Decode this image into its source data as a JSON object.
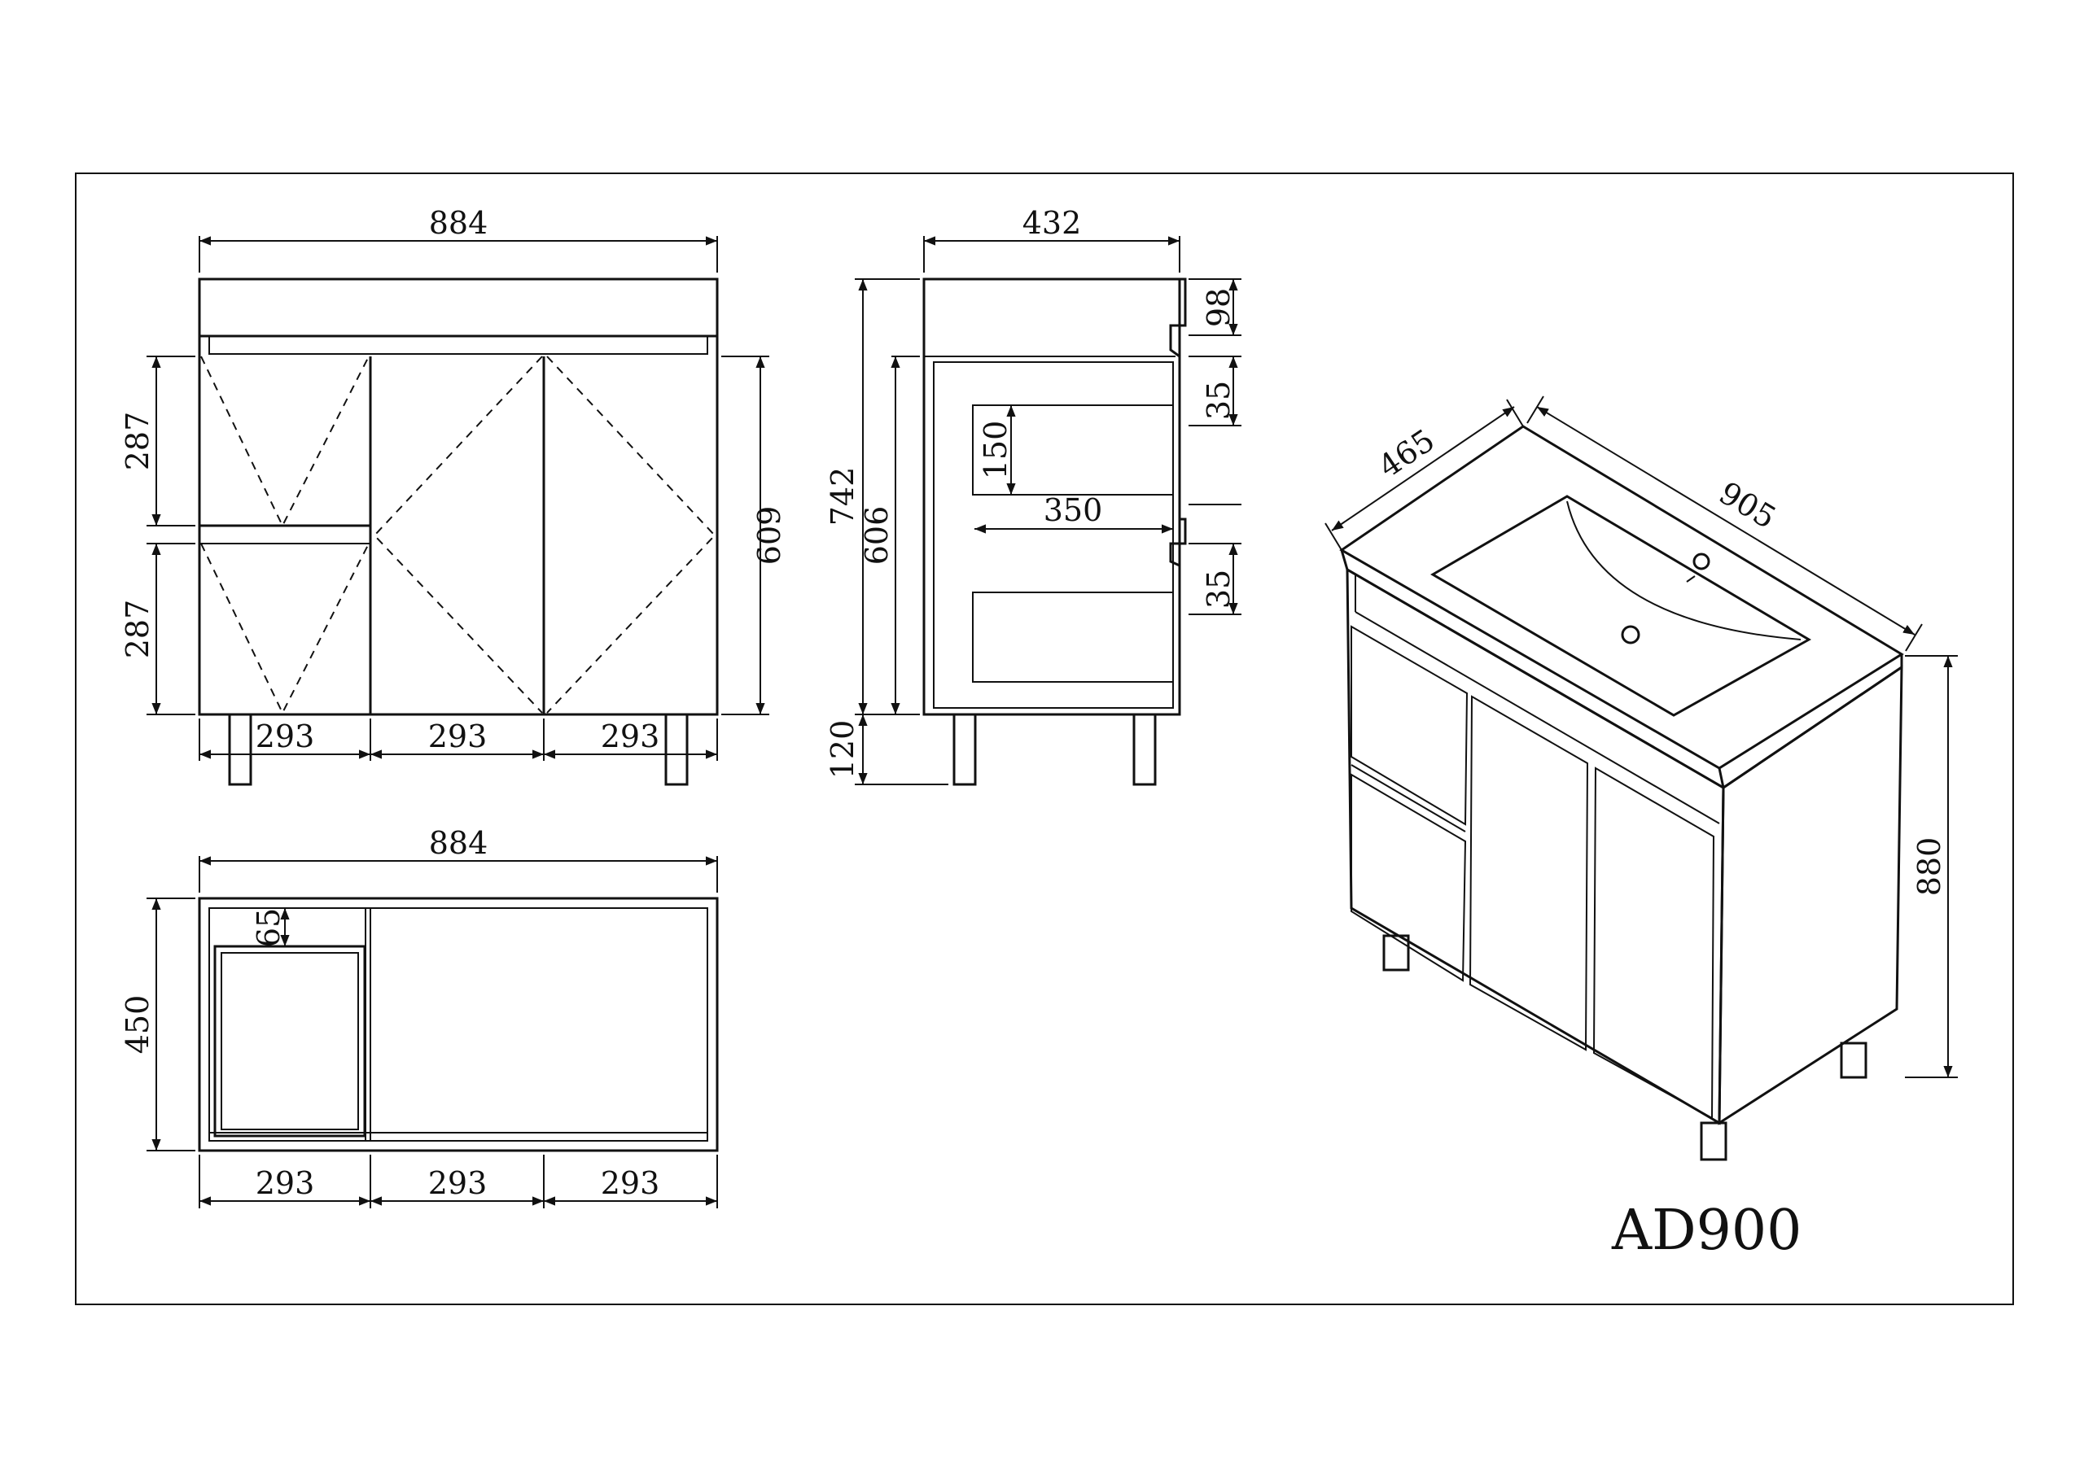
{
  "model": "AD900",
  "front_view": {
    "overall_width": "884",
    "drawer_height_top": "287",
    "drawer_height_bottom": "287",
    "cabinet_height": "609",
    "bay_width_1": "293",
    "bay_width_2": "293",
    "bay_width_3": "293"
  },
  "side_view": {
    "depth": "432",
    "total_height": "742",
    "body_height": "606",
    "leg_height": "120",
    "top_height": "98",
    "drawer_gap_1": "35",
    "drawer_gap_2": "35",
    "drawer_height": "150",
    "drawer_depth": "350"
  },
  "plan_view": {
    "overall_width": "884",
    "depth": "450",
    "drawer_offset": "65",
    "bay_width_1": "293",
    "bay_width_2": "293",
    "bay_width_3": "293"
  },
  "iso_view": {
    "depth": "465",
    "width": "905",
    "height": "880"
  }
}
